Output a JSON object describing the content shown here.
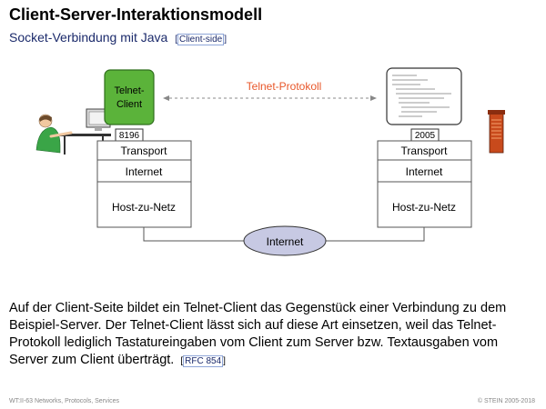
{
  "header": {
    "title": "Client-Server-Interaktionsmodell",
    "subtitle": "Socket-Verbindung mit Java",
    "ref": "Client-side"
  },
  "diagram": {
    "client_label_line1": "Telnet-",
    "client_label_line2": "Client",
    "protocol_label": "Telnet-Protokoll",
    "client_port": "8196",
    "server_port": "2005",
    "client_stack": [
      "Transport",
      "Internet",
      "Host-zu-Netz"
    ],
    "server_stack": [
      "Transport",
      "Internet",
      "Host-zu-Netz"
    ],
    "network_label": "Internet",
    "colors": {
      "client_box": "#5bb33a",
      "protocol_text": "#e8572a",
      "network_ellipse": "#c7c9e3"
    }
  },
  "body": {
    "paragraph": "Auf der Client-Seite bildet ein Telnet-Client das Gegenstück einer Verbindung zu dem Beispiel-Server. Der Telnet-Client lässt sich auf diese Art einsetzen, weil das Telnet-Protokoll lediglich Tastatureingaben vom Client zum Server bzw. Textausgaben vom Server zum Client überträgt.",
    "ref": "RFC 854"
  },
  "footer": {
    "left": "WT:II-63   Networks, Protocols, Services",
    "right": "© STEIN 2005-2018"
  }
}
